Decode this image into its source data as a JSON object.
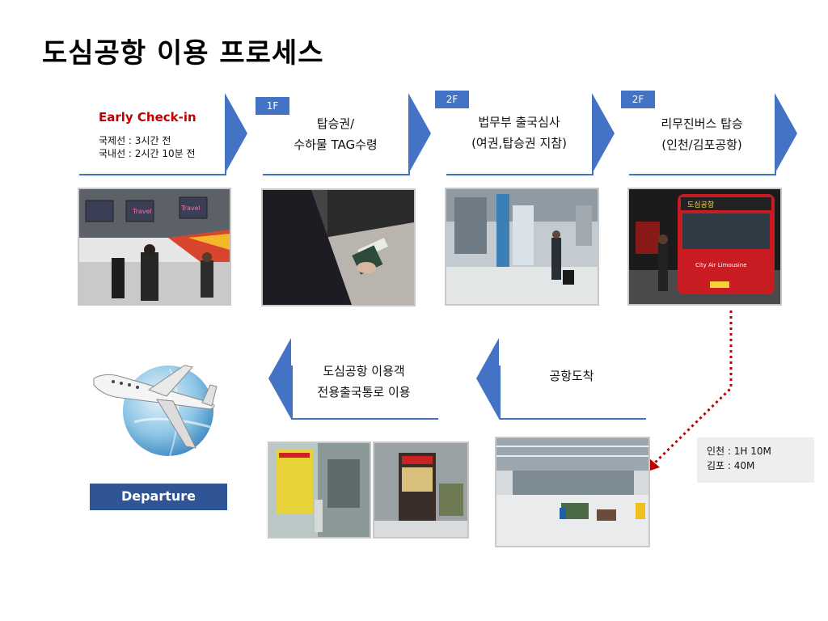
{
  "title": "도심공항 이용 프로세스",
  "colors": {
    "accent_blue": "#4472c4",
    "departure_bg": "#2f5597",
    "early_red": "#c00000",
    "dotted_path": "#c00000"
  },
  "steps": [
    {
      "title": "Early Check-in",
      "lines": [
        "국제선 : 3시간 전",
        "국내선 : 2시간 10분 전"
      ]
    },
    {
      "floor": "1F",
      "lines": [
        "탑승권/",
        "수하물 TAG수령"
      ]
    },
    {
      "floor": "2F",
      "lines": [
        "법무부 출국심사",
        "(여권,탑승권 지참)"
      ]
    },
    {
      "floor": "2F",
      "lines": [
        "리무진버스 탑승",
        "(인천/김포공항)"
      ]
    },
    {
      "lines": [
        "공항도착"
      ]
    },
    {
      "lines": [
        "도심공항 이용객",
        "전용출국통로 이용"
      ]
    }
  ],
  "photo_texts": {
    "checkin_screens": [
      "Travel",
      "Travel"
    ],
    "bus_brand": "City Air Limousine",
    "bus_sign": "도심공항"
  },
  "travel_time": {
    "lines": [
      "인천 : 1H 10M",
      "김포 : 40M"
    ]
  },
  "departure_label": "Departure"
}
